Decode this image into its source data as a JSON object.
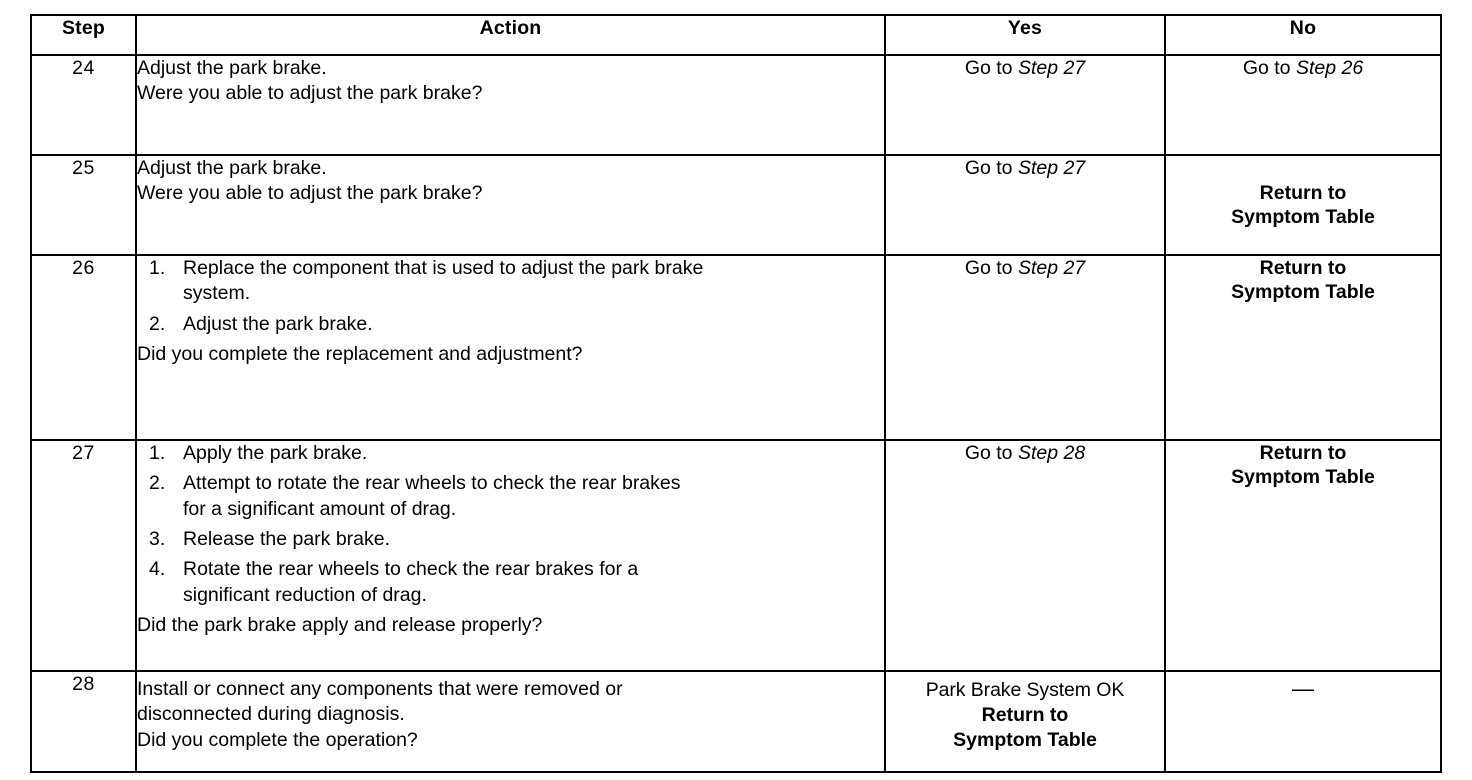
{
  "table": {
    "headers": {
      "step": "Step",
      "action": "Action",
      "yes": "Yes",
      "no": "No"
    },
    "rows": [
      {
        "step": "24",
        "action": {
          "intro": "Adjust the park brake.",
          "question": "Were you able to adjust the park brake?"
        },
        "yes": {
          "goto_prefix": "Go to ",
          "goto_target": "Step 27"
        },
        "no": {
          "goto_prefix": "Go to ",
          "goto_target": "Step 26"
        }
      },
      {
        "step": "25",
        "action": {
          "intro": "Adjust the park brake.",
          "question": "Were you able to adjust the park brake?"
        },
        "yes": {
          "goto_prefix": "Go to ",
          "goto_target": "Step 27"
        },
        "no": {
          "return_line1": "Return to",
          "return_line2": "Symptom Table"
        }
      },
      {
        "step": "26",
        "action": {
          "items": [
            {
              "num": "1.",
              "text": "Replace the component that is used to adjust the park brake",
              "cont": "system."
            },
            {
              "num": "2.",
              "text": "Adjust the park brake.",
              "cont": ""
            }
          ],
          "question": "Did you complete the replacement and adjustment?"
        },
        "yes": {
          "goto_prefix": "Go to ",
          "goto_target": "Step 27"
        },
        "no": {
          "return_line1": "Return to",
          "return_line2": "Symptom Table"
        }
      },
      {
        "step": "27",
        "action": {
          "items": [
            {
              "num": "1.",
              "text": "Apply the park brake.",
              "cont": ""
            },
            {
              "num": "2.",
              "text": "Attempt to rotate the rear wheels to check the rear brakes",
              "cont": "for a significant amount of drag."
            },
            {
              "num": "3.",
              "text": "Release the park brake.",
              "cont": ""
            },
            {
              "num": "4.",
              "text": "Rotate the rear wheels to check the rear brakes for a",
              "cont": "significant reduction of drag."
            }
          ],
          "question": "Did the park brake apply and release properly?"
        },
        "yes": {
          "goto_prefix": "Go to ",
          "goto_target": "Step 28"
        },
        "no": {
          "return_line1": "Return to",
          "return_line2": "Symptom Table"
        }
      },
      {
        "step": "28",
        "action": {
          "intro_line1": "Install or connect any components that were removed or",
          "intro_line2": "disconnected during diagnosis.",
          "question": "Did you complete the operation?"
        },
        "yes": {
          "ok_text": "Park Brake System OK",
          "return_line1": "Return to",
          "return_line2": "Symptom Table"
        },
        "no": {
          "dash": "—"
        }
      }
    ]
  }
}
